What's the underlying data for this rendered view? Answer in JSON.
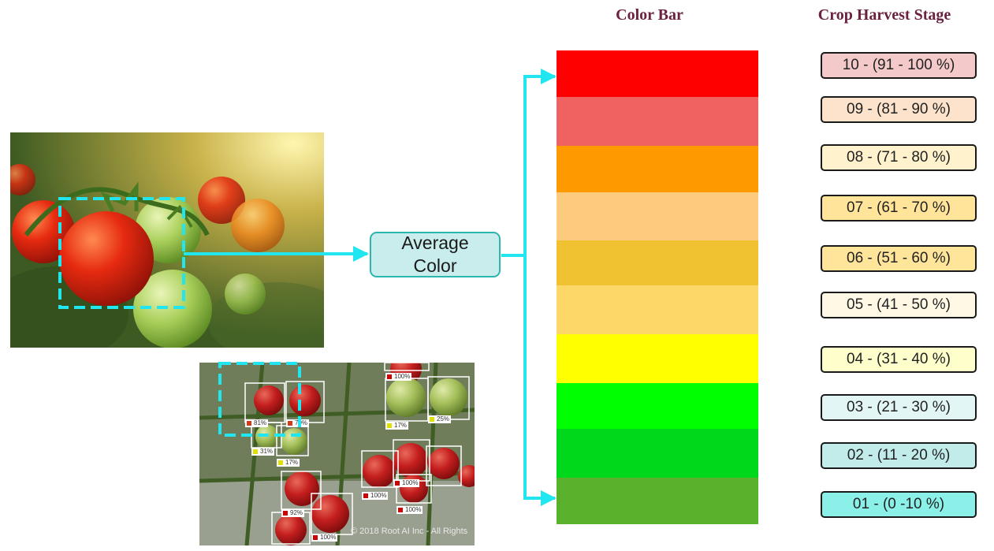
{
  "headings": {
    "color_bar": "Color Bar",
    "harvest_stage": "Crop Harvest Stage"
  },
  "average_box": {
    "line1": "Average",
    "line2": "Color"
  },
  "color_bar": [
    "#ff0000",
    "#f06262",
    "#ff9900",
    "#fccb7e",
    "#f0c232",
    "#fdd767",
    "#ffff00",
    "#00ff00",
    "#00d81b",
    "#5ab22c"
  ],
  "stages": [
    {
      "label": "10 - (91 - 100 %)",
      "fill": "#f4c9c9"
    },
    {
      "label": "09 - (81 - 90 %)",
      "fill": "#fde3cb"
    },
    {
      "label": "08 - (71 - 80 %)",
      "fill": "#fff2cc"
    },
    {
      "label": "07 - (61 - 70 %)",
      "fill": "#ffe499"
    },
    {
      "label": "06 - (51 - 60 %)",
      "fill": "#ffe599"
    },
    {
      "label": "05 - (41 - 50 %)",
      "fill": "#fff8e5"
    },
    {
      "label": "04 - (31 - 40 %)",
      "fill": "#ffffcc"
    },
    {
      "label": "03 - (21 - 30 %)",
      "fill": "#e3f6f6"
    },
    {
      "label": "02 - (11 - 20 %)",
      "fill": "#c2ecea"
    },
    {
      "label": "01 - (0 -10 %)",
      "fill": "#8bf1e8"
    }
  ],
  "detections": [
    {
      "label": "81%",
      "color": "#d23a1a"
    },
    {
      "label": "79%",
      "color": "#d23a1a"
    },
    {
      "label": "31%",
      "color": "#e0e000"
    },
    {
      "label": "17%",
      "color": "#e0e000"
    },
    {
      "label": "100%",
      "color": "#d00000"
    },
    {
      "label": "17%",
      "color": "#e0e000"
    },
    {
      "label": "25%",
      "color": "#e0e000"
    },
    {
      "label": "100%",
      "color": "#d00000"
    },
    {
      "label": "100%",
      "color": "#d00000"
    },
    {
      "label": "100%",
      "color": "#d00000"
    },
    {
      "label": "92%",
      "color": "#d00000"
    },
    {
      "label": "100%",
      "color": "#d00000"
    }
  ],
  "watermark": "© 2018 Root AI Inc - All Rights"
}
